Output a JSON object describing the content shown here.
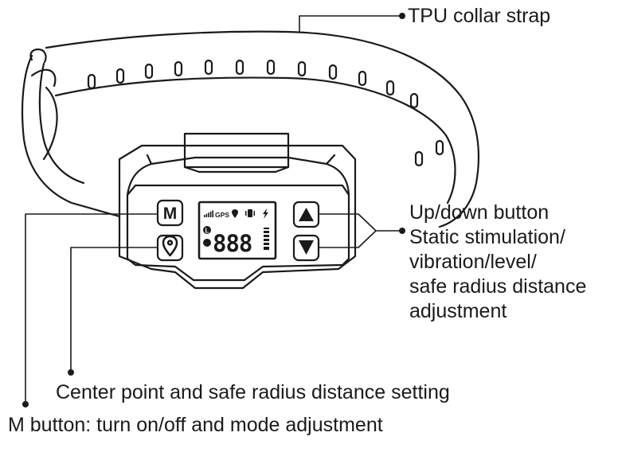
{
  "labels": {
    "strap": "TPU collar strap",
    "updown_lines": [
      "Up/down button",
      "Static stimulation/",
      "vibration/level/",
      "safe radius distance",
      "adjustment"
    ],
    "center_point": "Center point and safe radius distance setting",
    "m_button": "M button: turn on/off and mode adjustment"
  },
  "device": {
    "m_button_label": "M",
    "lcd": {
      "gps_text": "GPS",
      "digits": "888",
      "lock_glyph": "L"
    }
  },
  "icons": {
    "up": "up-arrow-icon",
    "down": "down-arrow-icon",
    "location": "location-pin-icon",
    "signal": "signal-bars-icon",
    "vibration": "vibration-icon",
    "shock": "lightning-icon",
    "battery": "battery-icon"
  },
  "colors": {
    "line": "#1a1a1a",
    "background": "#ffffff"
  }
}
